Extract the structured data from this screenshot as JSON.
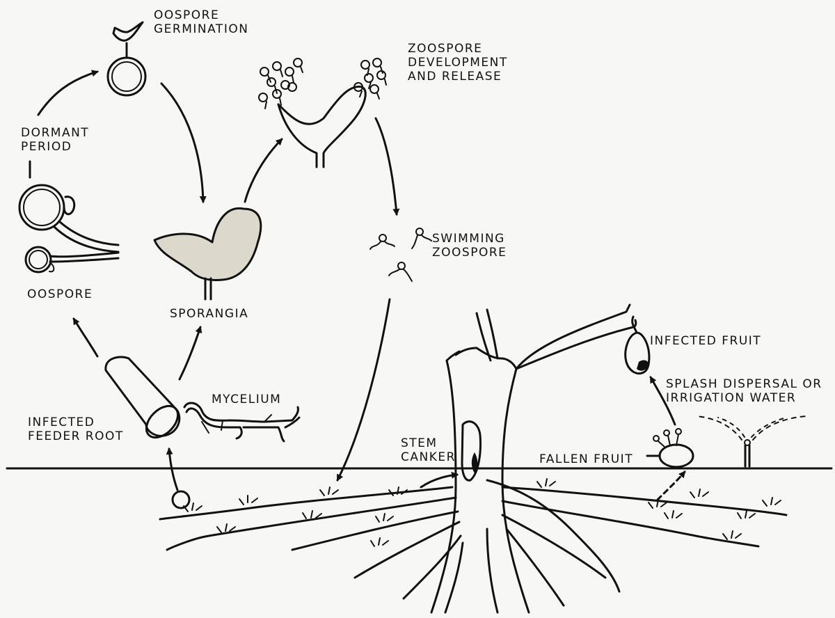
{
  "labels": {
    "oospore_germination": "OOSPORE\nGERMINATION",
    "zoospore_development": "ZOOSPORE\nDEVELOPMENT\nAND RELEASE",
    "dormant_period": "DORMANT\nPERIOD",
    "swimming_zoospore": "SWIMMING\nZOOSPORE",
    "oospore": "OOSPORE",
    "sporangia": "SPORANGIA",
    "infected_fruit": "INFECTED FRUIT",
    "splash_dispersal": "SPLASH DISPERSAL OR\nIRRIGATION WATER",
    "mycelium": "MYCELIUM",
    "infected_feeder_root": "INFECTED\nFEEDER ROOT",
    "stem_canker": "STEM\nCANKER",
    "fallen_fruit": "FALLEN FRUIT"
  }
}
